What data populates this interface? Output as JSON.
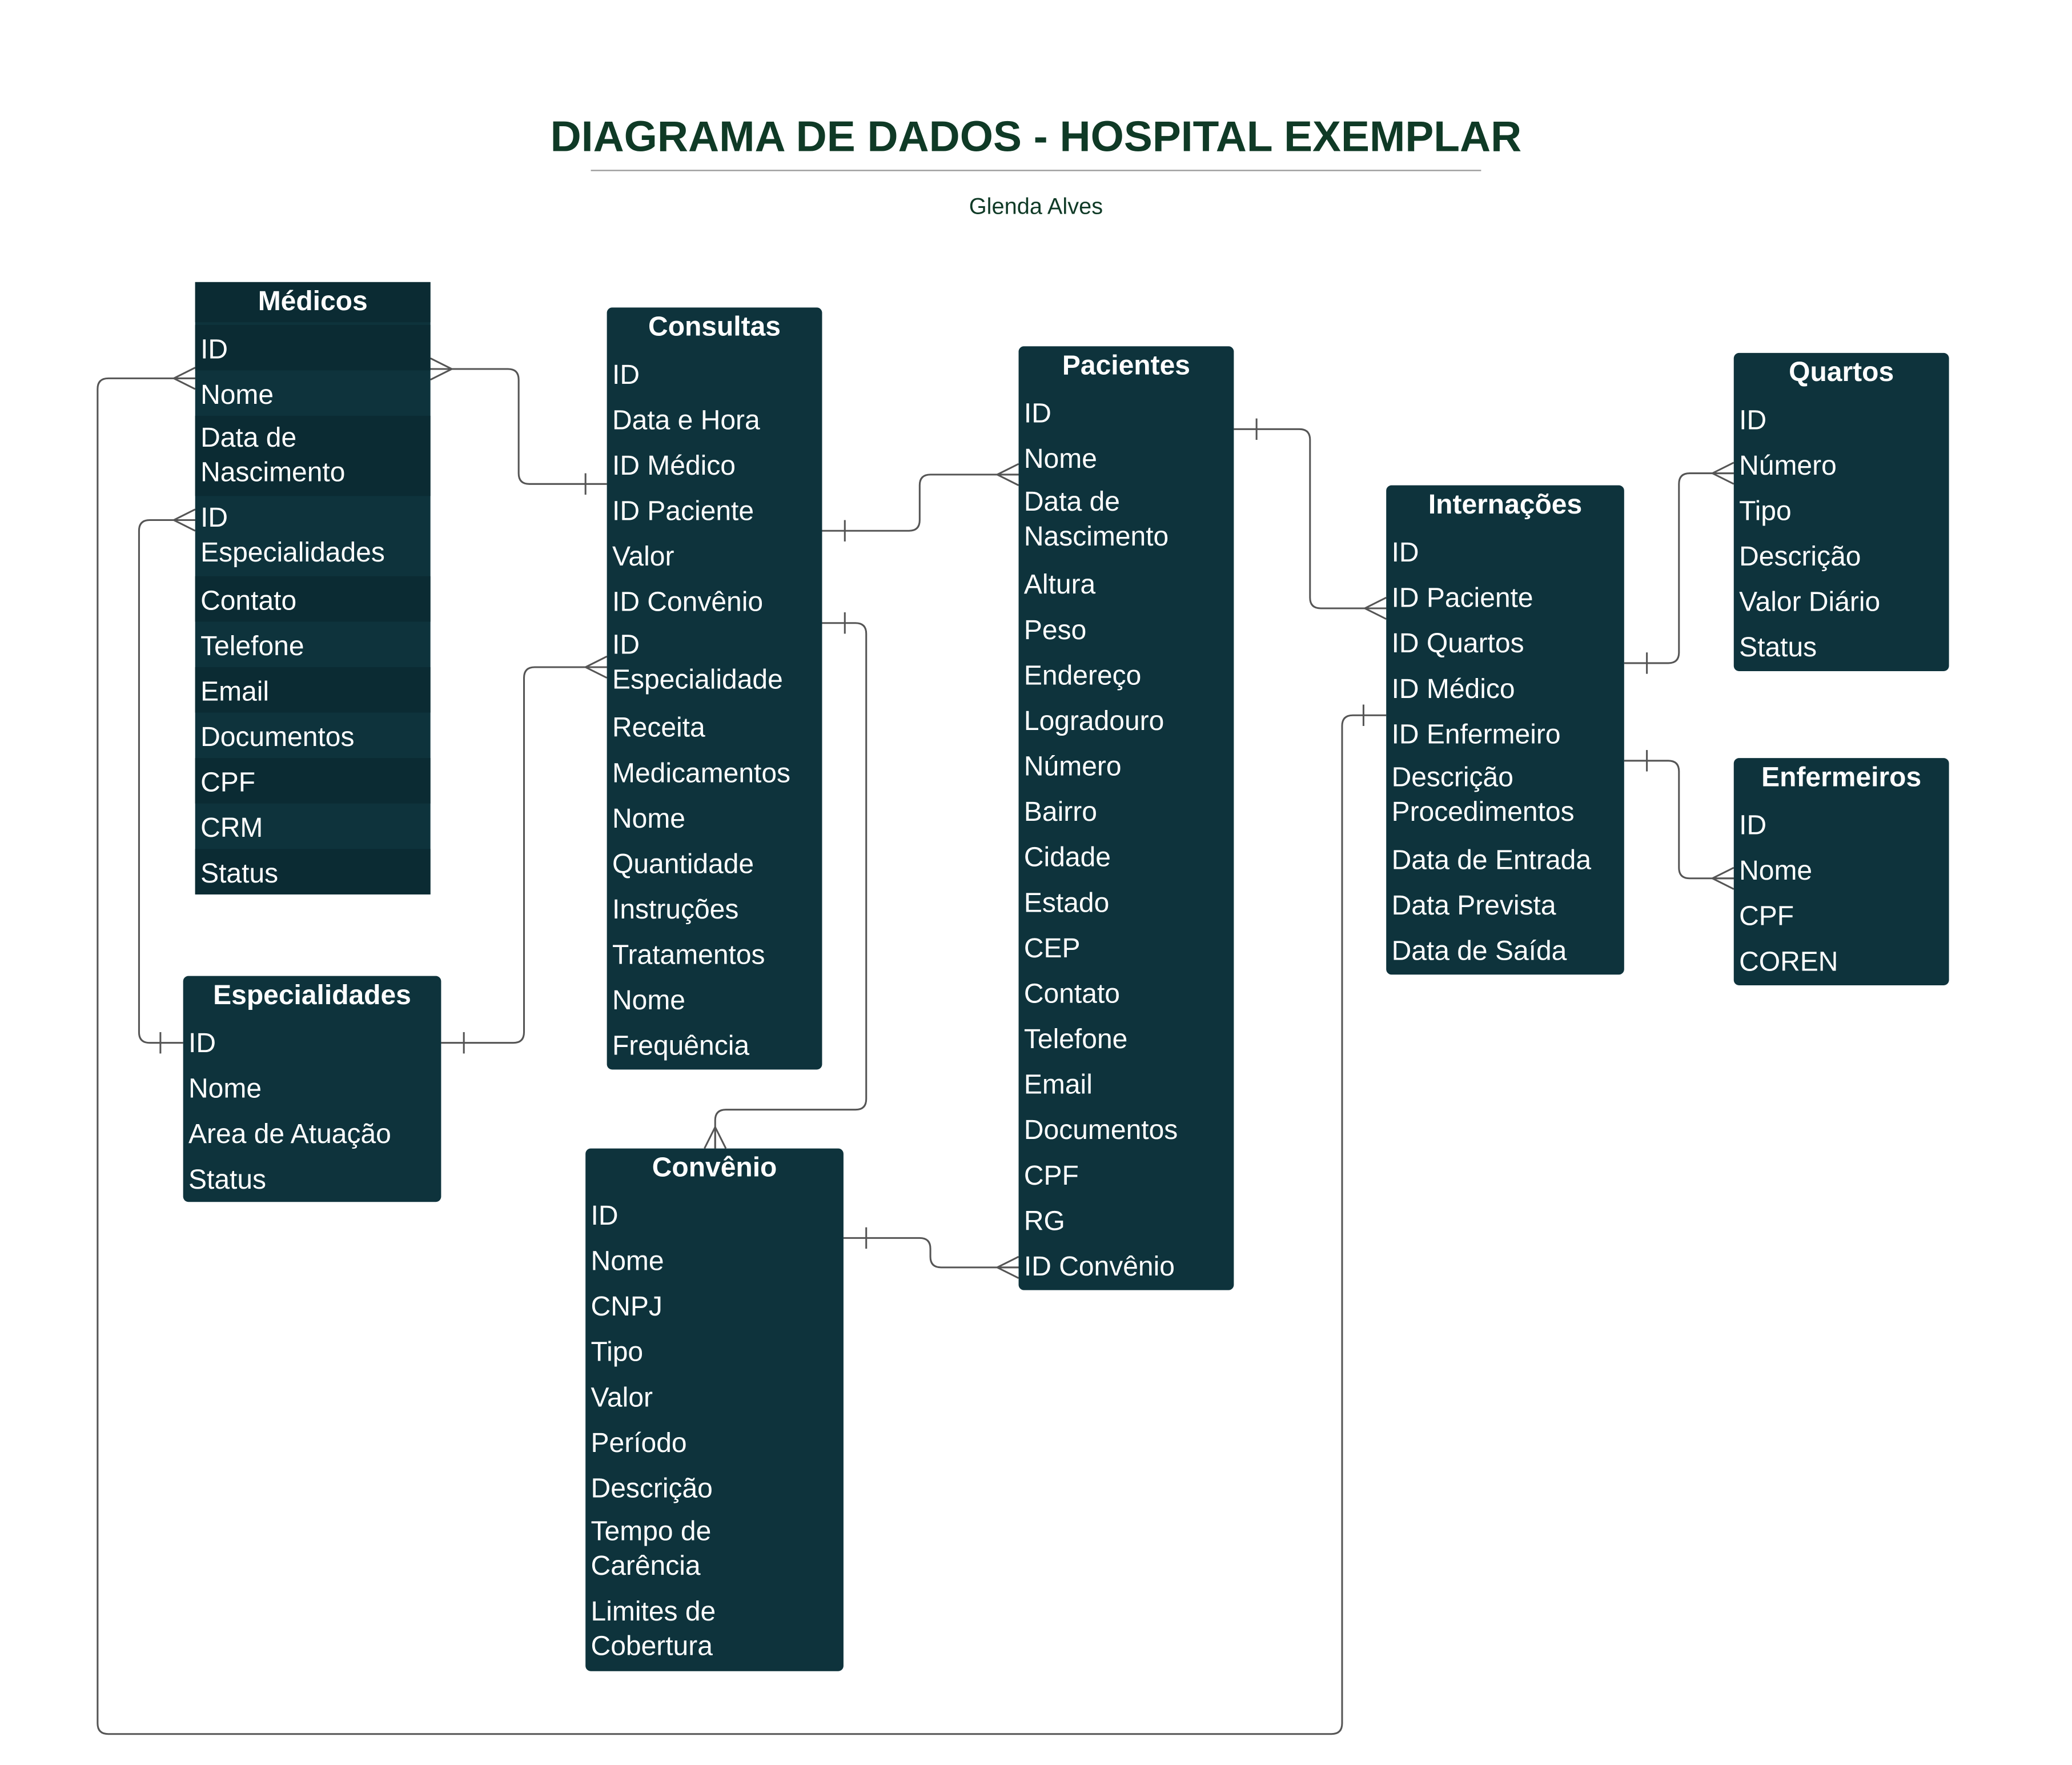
{
  "header": {
    "title": "DIAGRAMA DE DADOS - HOSPITAL EXEMPLAR",
    "author": "Glenda Alves"
  },
  "colors": {
    "entity_fill": "#0e333c",
    "entity_text": "#ffffff",
    "title_text": "#0f3a26",
    "connector": "#555555"
  },
  "entities": {
    "medicos": {
      "title": "Médicos",
      "fields": [
        "ID",
        "Nome",
        "Data de\nNascimento",
        "ID\nEspecialidades",
        "Contato",
        "Telefone",
        "Email",
        "Documentos",
        "CPF",
        "CRM",
        "Status"
      ]
    },
    "consultas": {
      "title": "Consultas",
      "fields": [
        "ID",
        "Data e Hora",
        "ID Médico",
        "ID Paciente",
        "Valor",
        "ID Convênio",
        "ID\nEspecialidade",
        "Receita",
        "Medicamentos",
        "Nome",
        "Quantidade",
        "Instruções",
        "Tratamentos",
        "Nome",
        "Frequência"
      ]
    },
    "pacientes": {
      "title": "Pacientes",
      "fields": [
        "ID",
        "Nome",
        "Data de\nNascimento",
        "Altura",
        "Peso",
        "Endereço",
        "Logradouro",
        "Número",
        "Bairro",
        "Cidade",
        "Estado",
        "CEP",
        "Contato",
        "Telefone",
        "Email",
        "Documentos",
        "CPF",
        "RG",
        "ID Convênio"
      ]
    },
    "internacoes": {
      "title": "Internações",
      "fields": [
        "ID",
        "ID Paciente",
        "ID Quartos",
        "ID Médico",
        "ID Enfermeiro",
        "Descrição\nProcedimentos",
        "Data de Entrada",
        "Data Prevista",
        "Data de Saída"
      ]
    },
    "quartos": {
      "title": "Quartos",
      "fields": [
        "ID",
        "Número",
        "Tipo",
        "Descrição",
        "Valor Diário",
        "Status"
      ]
    },
    "enfermeiros": {
      "title": "Enfermeiros",
      "fields": [
        "ID",
        "Nome",
        "CPF",
        "COREN"
      ]
    },
    "especialidades": {
      "title": "Especialidades",
      "fields": [
        "ID",
        "Nome",
        "Area de Atuação",
        "Status"
      ]
    },
    "convenio": {
      "title": "Convênio",
      "fields": [
        "ID",
        "Nome",
        "CNPJ",
        "Tipo",
        "Valor",
        "Período",
        "Descrição",
        "Tempo de\nCarência",
        "Limites de\nCobertura"
      ]
    }
  },
  "relationships": [
    {
      "from": "Consultas.ID Médico",
      "from_end": "one",
      "to": "Médicos.Nome",
      "to_end": "many"
    },
    {
      "from": "Consultas.ID Paciente",
      "from_end": "one",
      "to": "Pacientes.Nome",
      "to_end": "many"
    },
    {
      "from": "Consultas.ID Convênio",
      "from_end": "one",
      "to": "Convênio",
      "to_end": "many"
    },
    {
      "from": "Especialidades.ID",
      "from_end": "one",
      "to": "Consultas.ID Especialidade",
      "to_end": "many"
    },
    {
      "from": "Especialidades.ID",
      "from_end": "one",
      "to": "Médicos.ID Especialidades",
      "to_end": "many"
    },
    {
      "from": "Convênio.ID",
      "from_end": "one",
      "to": "Pacientes.ID Convênio",
      "to_end": "many"
    },
    {
      "from": "Pacientes.ID",
      "from_end": "one",
      "to": "Internações.ID Paciente",
      "to_end": "many"
    },
    {
      "from": "Internações.ID Quartos",
      "from_end": "one",
      "to": "Quartos.Número",
      "to_end": "many"
    },
    {
      "from": "Internações.ID Enfermeiro",
      "from_end": "one",
      "to": "Enfermeiros.Nome",
      "to_end": "many"
    },
    {
      "from": "Internações.ID Enfermeiro",
      "from_end": "one",
      "to": "Médicos.Nome",
      "to_end": "many"
    }
  ]
}
